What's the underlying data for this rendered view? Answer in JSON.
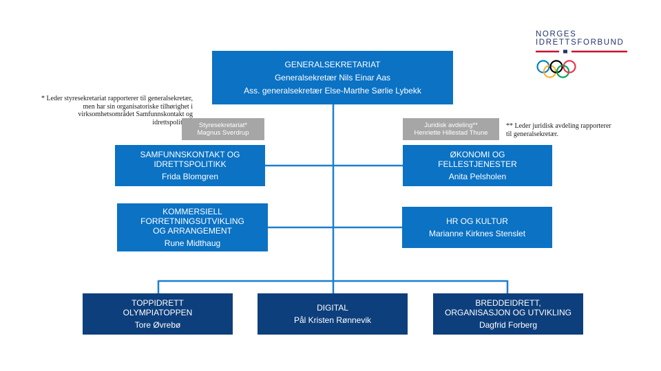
{
  "colors": {
    "primary_blue": "#0b72c4",
    "dark_blue": "#0d3f7c",
    "connector": "#1a7fd0",
    "note_box_grey": "#a6a6a6",
    "logo_red": "#c8102e",
    "logo_navy": "#23346c"
  },
  "logo": {
    "line1": "NORGES",
    "line2": "IDRETTSFORBUND",
    "ring_colors": [
      "#0081c8",
      "#fcb131",
      "#000000",
      "#00a651",
      "#ee334e"
    ]
  },
  "top": {
    "title": "GENERALSEKRETARIAT",
    "line2": "Generalsekretær  Nils Einar Aas",
    "line3": "Ass. generalsekretær  Else-Marthe  Sørlie  Lybekk"
  },
  "left_note": "* Leder styresekretariat rapporterer til generalsekretær, men har sin organisatoriske tilhørighet i virksomhetsområdet Samfunnskontakt og idrettspolitikk.",
  "right_note": "** Leder juridisk avdeling rapporterer til generalsekretær.",
  "styre": {
    "line1": "Styresekretariat*",
    "line2": "Magnus  Sverdrup"
  },
  "juridisk": {
    "line1": "Juridisk  avdeling**",
    "line2": "Henriette Hillestad  Thune"
  },
  "samfunn": {
    "title": "SAMFUNNSKONTAKT  OG\nIDRETTSPOLITIKK",
    "name": "Frida  Blomgren"
  },
  "okonomi": {
    "title": "ØKONOMI  OG\nFELLESTJENESTER",
    "name": "Anita  Pelsholen"
  },
  "kommersiell": {
    "title": "KOMMERSIELL\nFORRETNINGSUTVIKLING\nOG ARRANGEMENT",
    "name": "Rune  Midthaug"
  },
  "hr": {
    "title": "HR OG KULTUR",
    "name": "Marianne  Kirknes  Stenslet"
  },
  "toppidrett": {
    "title": "TOPPIDRETT\nOLYMPIATOPPEN",
    "name": "Tore  Øvrebø"
  },
  "digital": {
    "title": "DIGITAL",
    "name": "Pål Kristen  Rønnevik"
  },
  "bredde": {
    "title": "BREDDEIDRETT,\nORGANISASJON  OG UTVIKLING",
    "name": "Dagfrid  Forberg"
  }
}
